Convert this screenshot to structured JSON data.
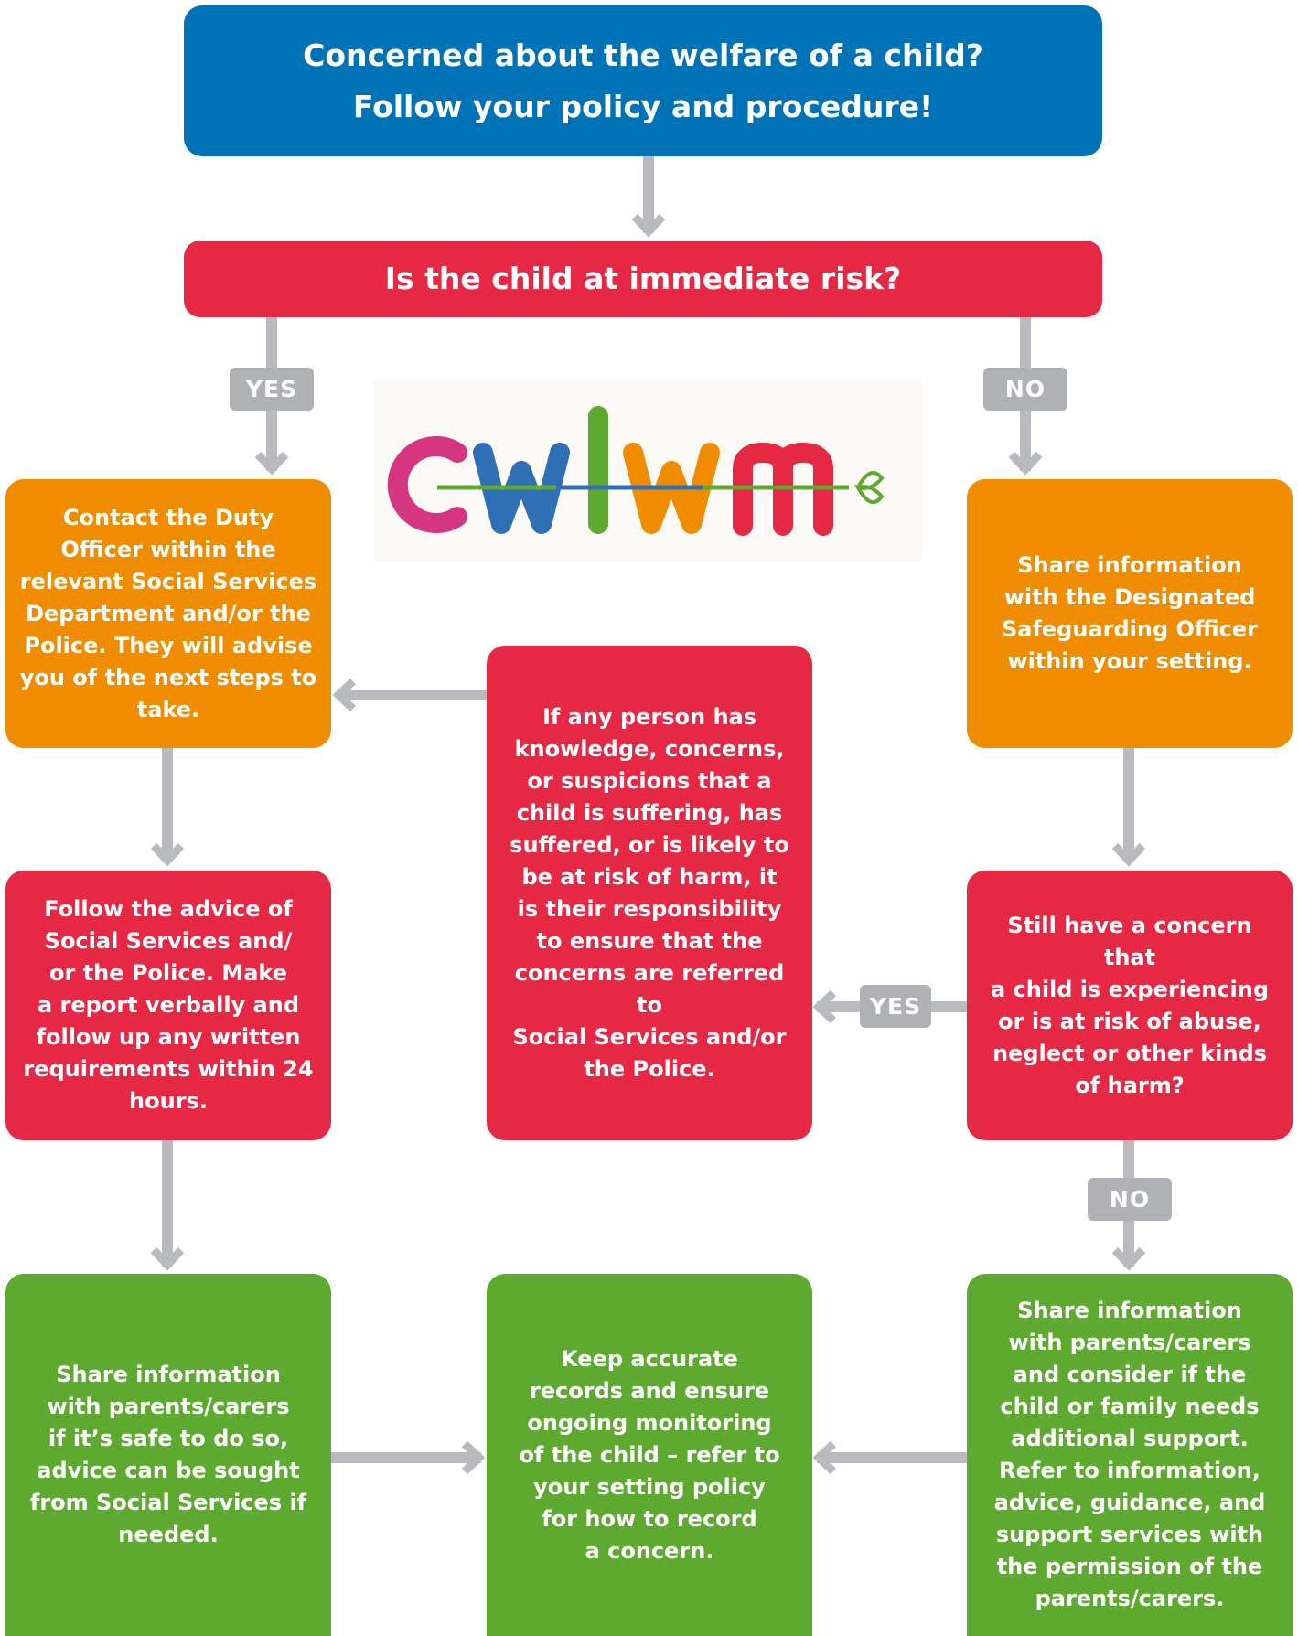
{
  "header": {
    "text": "Concerned about the welfare of a child?\nFollow your policy and procedure!"
  },
  "question": {
    "text": "Is the child at immediate risk?"
  },
  "labels": {
    "yes_left": "YES",
    "no_right": "NO",
    "yes_middle": "YES",
    "no_lower": "NO"
  },
  "logo": {
    "text": "cwlwm"
  },
  "boxes": {
    "contact_duty_officer": "Contact the Duty\nOfficer within the\nrelevant Social Services\nDepartment and/or the\nPolice. They will advise\nyou of the next steps to\ntake.",
    "share_dso": "Share information\nwith the Designated\nSafeguarding Officer\nwithin your setting.",
    "responsibility": "If any person has\nknowledge, concerns,\nor suspicions that a\nchild is suffering, has\nsuffered, or is likely to\nbe at risk of harm, it\nis their responsibility\nto ensure that the\nconcerns are referred to\nSocial Services and/or\nthe Police.",
    "follow_advice": "Follow the advice of\nSocial Services and/\nor the Police.  Make\na report verbally and\nfollow up any written\nrequirements within 24\nhours.",
    "still_concern": "Still have a concern that\na child is experiencing\nor is at risk of abuse,\nneglect or other kinds\nof harm?",
    "share_parents_safe": "Share information\nwith parents/carers\nif it’s safe to do so,\nadvice can be sought\nfrom Social Services if\nneeded.",
    "keep_records": "Keep accurate\nrecords and ensure\nongoing monitoring\nof the child – refer to\nyour setting policy\nfor how to record\na concern.",
    "share_parents_support": "Share information\nwith parents/carers\nand consider if the\nchild or family needs\nadditional support.\nRefer to information,\nadvice, guidance, and\nsupport  services with\nthe permission of the\nparents/carers."
  },
  "colors": {
    "blue": "#0073b7",
    "red": "#e52844",
    "orange": "#f08c00",
    "green": "#5ea92f",
    "connector": "#b0b1b5"
  }
}
